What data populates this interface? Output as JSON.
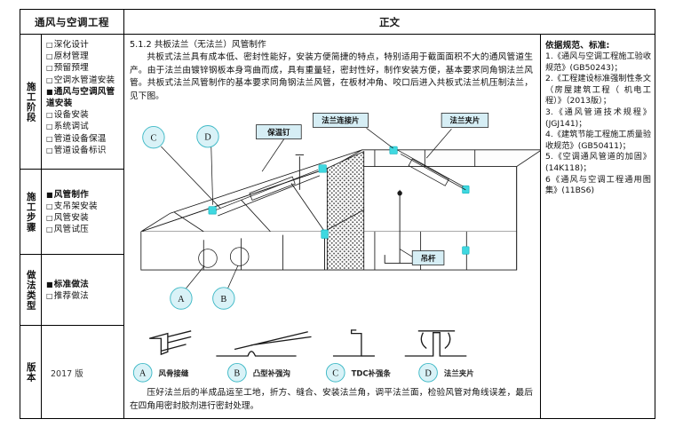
{
  "header": {
    "left_title": "通风与空调工程",
    "right_title": "正文"
  },
  "left_panel": {
    "blocks": [
      {
        "vlabel": "施工阶段",
        "items": [
          {
            "mark": "□",
            "label": "深化设计",
            "bold": false
          },
          {
            "mark": "□",
            "label": "原材管理",
            "bold": false
          },
          {
            "mark": "□",
            "label": "预留预埋",
            "bold": false
          },
          {
            "mark": "□",
            "label": "空调水管道安装",
            "bold": false
          },
          {
            "mark": "■",
            "label": "通风与空调风管",
            "bold": true
          },
          {
            "mark": "",
            "label": "道安装",
            "bold": true
          },
          {
            "mark": "□",
            "label": "设备安装",
            "bold": false
          },
          {
            "mark": "□",
            "label": "系统调试",
            "bold": false
          },
          {
            "mark": "□",
            "label": "管道设备保温",
            "bold": false
          },
          {
            "mark": "□",
            "label": "管道设备标识",
            "bold": false
          }
        ]
      },
      {
        "vlabel": "施工步骤",
        "items": [
          {
            "mark": "■",
            "label": "风管制作",
            "bold": true
          },
          {
            "mark": "□",
            "label": "支吊架安装",
            "bold": false
          },
          {
            "mark": "□",
            "label": "风管安装",
            "bold": false
          },
          {
            "mark": "□",
            "label": "风管试压",
            "bold": false
          }
        ]
      },
      {
        "vlabel": "做法类型",
        "items": [
          {
            "mark": "■",
            "label": "标准做法",
            "bold": true
          },
          {
            "mark": "□",
            "label": "推荐做法",
            "bold": false
          }
        ]
      },
      {
        "vlabel": "版本",
        "version": "2017 版"
      }
    ]
  },
  "main": {
    "section_heading": "5.1.2 共板法兰（无法兰）风管制作",
    "paragraph_1": "共板式法兰具有成本低、密封性能好，安装方便简捷的特点，特别适用于截面面积不大的通风管道生产。由于法兰由镀锌钢板本身弯曲而成，具有重量轻，密封性好，制作安装方便，基本要求同角钢法兰风管。共板式法兰风管制作的基本要求同角钢法兰风管，在板材冲角、咬口后进入共板式法兰机压制法兰，见下图。",
    "paragraph_2": "压好法兰后的半成品运至工地，折方、缝合、安装法兰角，调平法兰面，检验风管对角线误差，最后在四角用密封胶剂进行密封处理。",
    "figure": {
      "callouts": [
        {
          "id": "insulation-nail",
          "text": "保温钉"
        },
        {
          "id": "flange-connector",
          "text": "法兰连接片"
        },
        {
          "id": "flange-clip",
          "text": "法兰夹片"
        },
        {
          "id": "hanger-rod",
          "text": "吊杆"
        }
      ],
      "bubbles": [
        "C",
        "D",
        "A",
        "B"
      ],
      "legend": [
        {
          "key": "A",
          "label": "风骨接缝"
        },
        {
          "key": "B",
          "label": "凸型补强沟"
        },
        {
          "key": "C",
          "label": "TDC补强条"
        },
        {
          "key": "D",
          "label": "法兰夹片"
        }
      ]
    }
  },
  "right_panel": {
    "title": "依据规范、标准:",
    "items": [
      "1.《通风与空调工程施工验收规范》(GB50243)；",
      "2.《工程建设标准强制性条文（房屋建筑工程（   机电工程）》（2013版）；",
      "3.《通风管道技术规程》(JGJ141)；",
      "4.《建筑节能工程施工质量验收规范》(GB50411)；",
      "5.《空调通风管道的加固》(14K118)；",
      "6《通风与空调工程通用图集》(11BS6)"
    ]
  },
  "colors": {
    "accent_cyan": "#3fd8e0",
    "bubble_fill": "#d9f2f7",
    "callout_fill": "#d6eef5",
    "line": "#000000"
  }
}
